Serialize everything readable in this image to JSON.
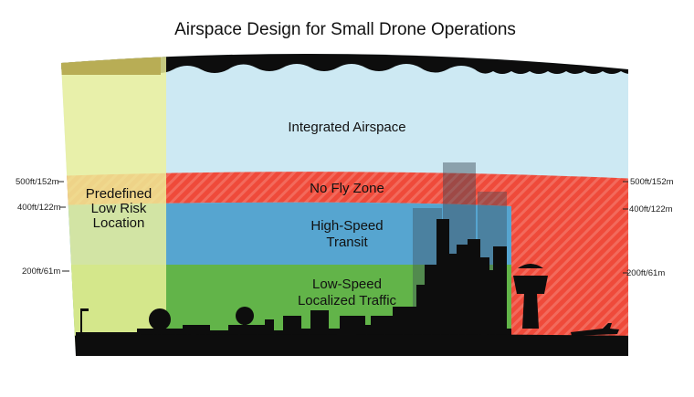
{
  "title": "Airspace Design for Small Drone Operations",
  "zones": {
    "integrated": "Integrated Airspace",
    "no_fly": "No Fly Zone",
    "high_speed": [
      "High-Speed",
      "Transit"
    ],
    "low_speed": [
      "Low-Speed",
      "Localized Traffic"
    ],
    "low_risk": [
      "Predefined",
      "Low Risk",
      "Location"
    ]
  },
  "altitudes": {
    "left": [
      "500ft/152m",
      "400ft/122m",
      "200ft/61m"
    ],
    "right": [
      "500ft/152m",
      "400ft/122m",
      "200ft/61m"
    ]
  },
  "colors": {
    "integrated": "#cde9f3",
    "no_fly": "#ef4a3a",
    "high_speed": "#56a5d0",
    "low_speed": "#62b449",
    "low_risk": "#eef29a",
    "ground": "#0d0d0d"
  }
}
